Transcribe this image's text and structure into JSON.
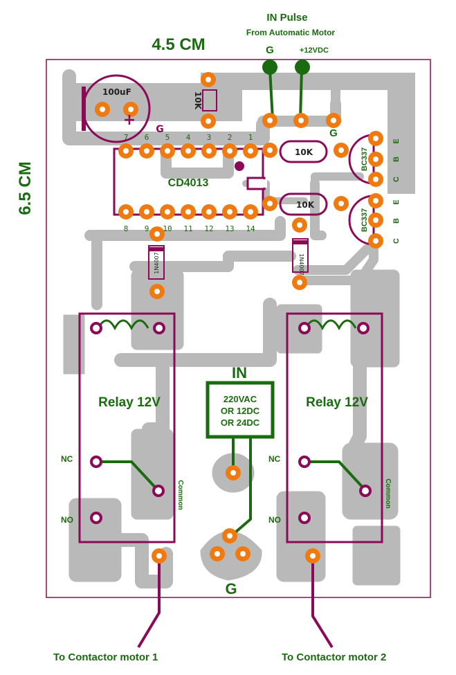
{
  "title": {
    "line1": "IN Pulse",
    "line2": "From Automatic Motor",
    "ground_label": "G",
    "supply_label": "+12VDC"
  },
  "dimensions": {
    "width": "4.5 CM",
    "height": "6.5 CM"
  },
  "components": {
    "capacitor": "100uF",
    "resistor_top": "10K",
    "resistor_1": "10K",
    "resistor_2": "10K",
    "ic": "CD4013",
    "ic_ground": "G",
    "transistor_ground": "G",
    "transistor_1": "BC337",
    "transistor_2": "BC337",
    "diode_1": "1N4007",
    "diode_2": "1N4007",
    "transistor_pins": [
      "E",
      "B",
      "C"
    ],
    "ic_pins_top": [
      "7",
      "6",
      "5",
      "4",
      "3",
      "2",
      "1"
    ],
    "ic_pins_bottom": [
      "8",
      "9",
      "10",
      "11",
      "12",
      "13",
      "14"
    ]
  },
  "relays": {
    "relay_1": "Relay 12V",
    "relay_2": "Relay 12V",
    "nc": "NC",
    "no": "NO",
    "common": "Common"
  },
  "power_in": {
    "label": "IN",
    "line1": "220VAC",
    "line2": "OR 12DC",
    "line3": "OR 24DC",
    "ground": "G"
  },
  "outputs": {
    "motor_1": "To Contactor motor 1",
    "motor_2": "To Contactor motor 2"
  },
  "colors": {
    "trace": "#b9b9b9",
    "pad": "#f07a10",
    "component_outline": "#8a0a58",
    "label_green": "#1a6b0f",
    "board_border": "#8a0a58"
  }
}
